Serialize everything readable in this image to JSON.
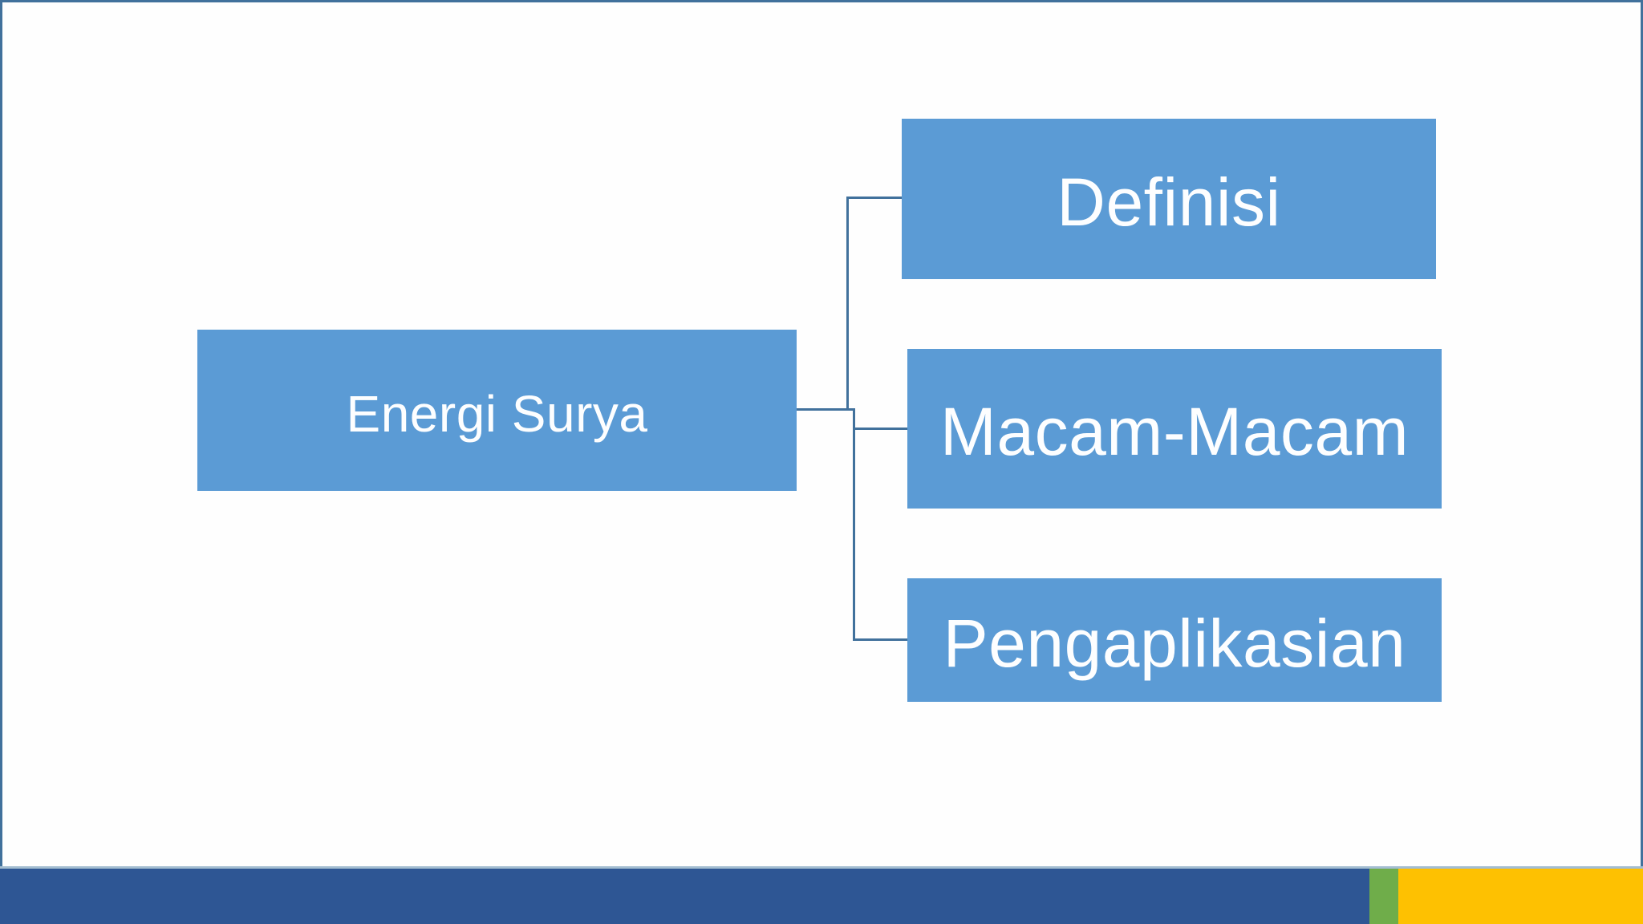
{
  "diagram": {
    "root": {
      "label": "Energi Surya"
    },
    "children": [
      {
        "label": "Definisi"
      },
      {
        "label": "Macam-Macam"
      },
      {
        "label": "Pengaplikasian"
      }
    ],
    "colors": {
      "node_fill": "#5b9bd5",
      "node_text": "#fdfeff",
      "connector": "#41719c"
    }
  },
  "frame": {
    "border_color": "#41719c",
    "background": "#fefefe"
  },
  "footer_bar": {
    "top_line_color": "#a3bdd1",
    "segments": [
      {
        "name": "navy-segment",
        "color": "#2e5694"
      },
      {
        "name": "green-segment",
        "color": "#6fad4a"
      },
      {
        "name": "gold-segment",
        "color": "#fec101"
      }
    ]
  }
}
